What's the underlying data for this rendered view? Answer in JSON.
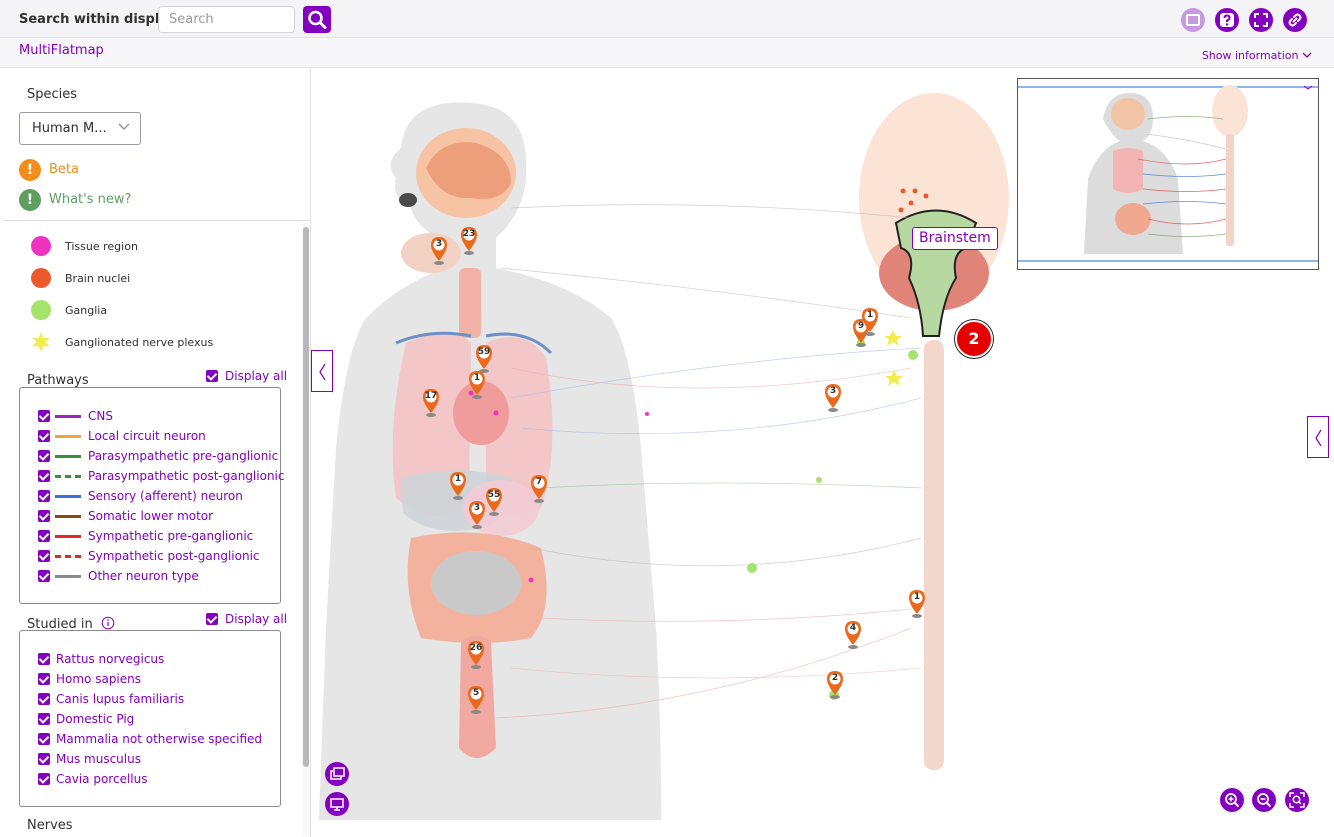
{
  "topbar": {
    "search_label": "Search within display",
    "search_placeholder": "Search",
    "icons": [
      "flatmap-icon",
      "help-icon",
      "fullscreen-icon",
      "link-icon"
    ]
  },
  "titlebar": {
    "tab_label": "MultiFlatmap",
    "show_info_label": "Show information"
  },
  "sidebar": {
    "species_label": "Species",
    "species_value": "Human M...",
    "beta_label": "Beta",
    "whats_new_label": "What's new?",
    "legend": [
      {
        "label": "Tissue region",
        "color": "#f032c0",
        "shape": "circle"
      },
      {
        "label": "Brain nuclei",
        "color": "#ec5a2b",
        "shape": "circle"
      },
      {
        "label": "Ganglia",
        "color": "#a6e36c",
        "shape": "circle"
      },
      {
        "label": "Ganglionated nerve plexus",
        "color": "#f2ec4c",
        "shape": "star"
      }
    ],
    "pathways_title": "Pathways",
    "pathways_display_all": "Display all",
    "pathways": [
      {
        "label": "CNS",
        "color": "#9b25bd",
        "style": "solid"
      },
      {
        "label": "Local circuit neuron",
        "color": "#f2a23a",
        "style": "solid"
      },
      {
        "label": "Parasympathetic pre-ganglionic",
        "color": "#3b8f3c",
        "style": "solid"
      },
      {
        "label": "Parasympathetic post-ganglionic",
        "color": "#3b8f3c",
        "style": "dashed"
      },
      {
        "label": "Sensory (afferent) neuron",
        "color": "#3c6fe0",
        "style": "solid"
      },
      {
        "label": "Somatic lower motor",
        "color": "#8a4b12",
        "style": "solid"
      },
      {
        "label": "Sympathetic pre-ganglionic",
        "color": "#e02b25",
        "style": "solid"
      },
      {
        "label": "Sympathetic post-ganglionic",
        "color": "#e02b25",
        "style": "dashed"
      },
      {
        "label": "Other neuron type",
        "color": "#8a8a8a",
        "style": "solid"
      }
    ],
    "studied_title": "Studied in",
    "studied_display_all": "Display all",
    "studied": [
      "Rattus norvegicus",
      "Homo sapiens",
      "Canis lupus familiaris",
      "Domestic Pig",
      "Mammalia not otherwise specified",
      "Mus musculus",
      "Cavia porcellus"
    ],
    "nerves_title": "Nerves"
  },
  "map": {
    "tooltip": "Brainstem",
    "badge_count": "2",
    "markers": [
      "3",
      "23",
      "59",
      "1",
      "17",
      "1",
      "55",
      "7",
      "3",
      "26",
      "5",
      "9",
      "1",
      "3",
      "1",
      "4",
      "2"
    ]
  },
  "colors": {
    "accent": "#8300bf",
    "beta": "#f38d1c",
    "whats_new": "#5f9e61",
    "marker": "#ea6a1d",
    "badge": "#e40000"
  }
}
